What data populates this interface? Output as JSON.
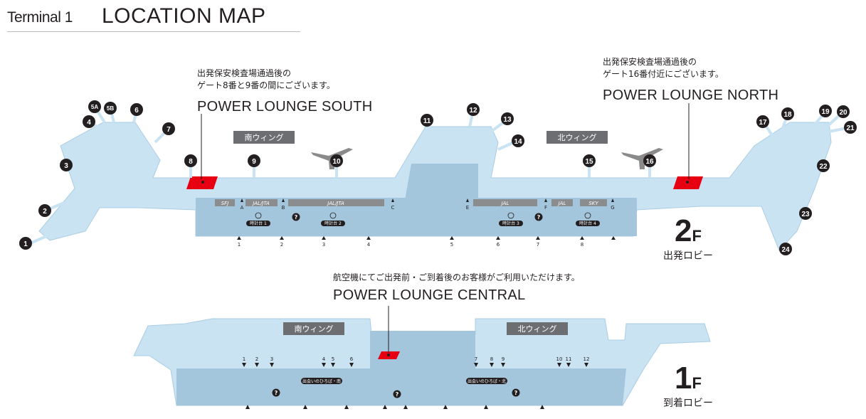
{
  "header": {
    "terminal": "Terminal 1",
    "title": "LOCATION MAP"
  },
  "lounges": {
    "south": {
      "note1": "出発保安検査場通過後の",
      "note2": "ゲート8番と9番の間にございます。",
      "name": "POWER LOUNGE SOUTH"
    },
    "north": {
      "note1": "出発保安検査場通過後の",
      "note2": "ゲート16番付近にございます。",
      "name": "POWER LOUNGE NORTH"
    },
    "central": {
      "note": "航空機にてご出発前・ご到着後のお客様がご利用いただけます。",
      "name": "POWER LOUNGE CENTRAL"
    }
  },
  "floors": {
    "f2": {
      "num": "2",
      "f": "F",
      "lobby": "出発ロビー"
    },
    "f1": {
      "num": "1",
      "f": "F",
      "lobby": "到着ロビー"
    }
  },
  "wings": {
    "south": "南ウィング",
    "north": "北ウィング"
  },
  "gates": [
    "1",
    "2",
    "3",
    "4",
    "5A",
    "5B",
    "6",
    "7",
    "8",
    "9",
    "10",
    "11",
    "12",
    "13",
    "14",
    "15",
    "16",
    "17",
    "18",
    "19",
    "20",
    "21",
    "22",
    "23",
    "24"
  ],
  "checkin": {
    "sfj": "SFJ",
    "jal_jta_1": "JAL/JTA",
    "jal_jta_2": "JAL/JTA",
    "jal_1": "JAL",
    "jal_2": "JAL",
    "sky": "SKY"
  },
  "security": [
    "A",
    "B",
    "C",
    "E",
    "F",
    "G"
  ],
  "clock_labels": [
    "時計台 1",
    "時計台 2",
    "時計台 3",
    "時計台 4"
  ],
  "entrances_2f": [
    "1",
    "2",
    "3",
    "4",
    "5",
    "6",
    "7",
    "8"
  ],
  "exits_1f": [
    "1",
    "2",
    "3",
    "4",
    "5",
    "6",
    "7",
    "8",
    "9",
    "10",
    "11",
    "12"
  ],
  "meeting_points": [
    "出会いのひろば・南",
    "出会いのひろば・北"
  ],
  "info_symbol": "?",
  "colors": {
    "floor": "#c9e3f3",
    "hall": "#9ec2da",
    "lounge": "#e60012",
    "pill": "#6d6e71",
    "badge": "#231f20",
    "plane": "#8a8a8a"
  }
}
